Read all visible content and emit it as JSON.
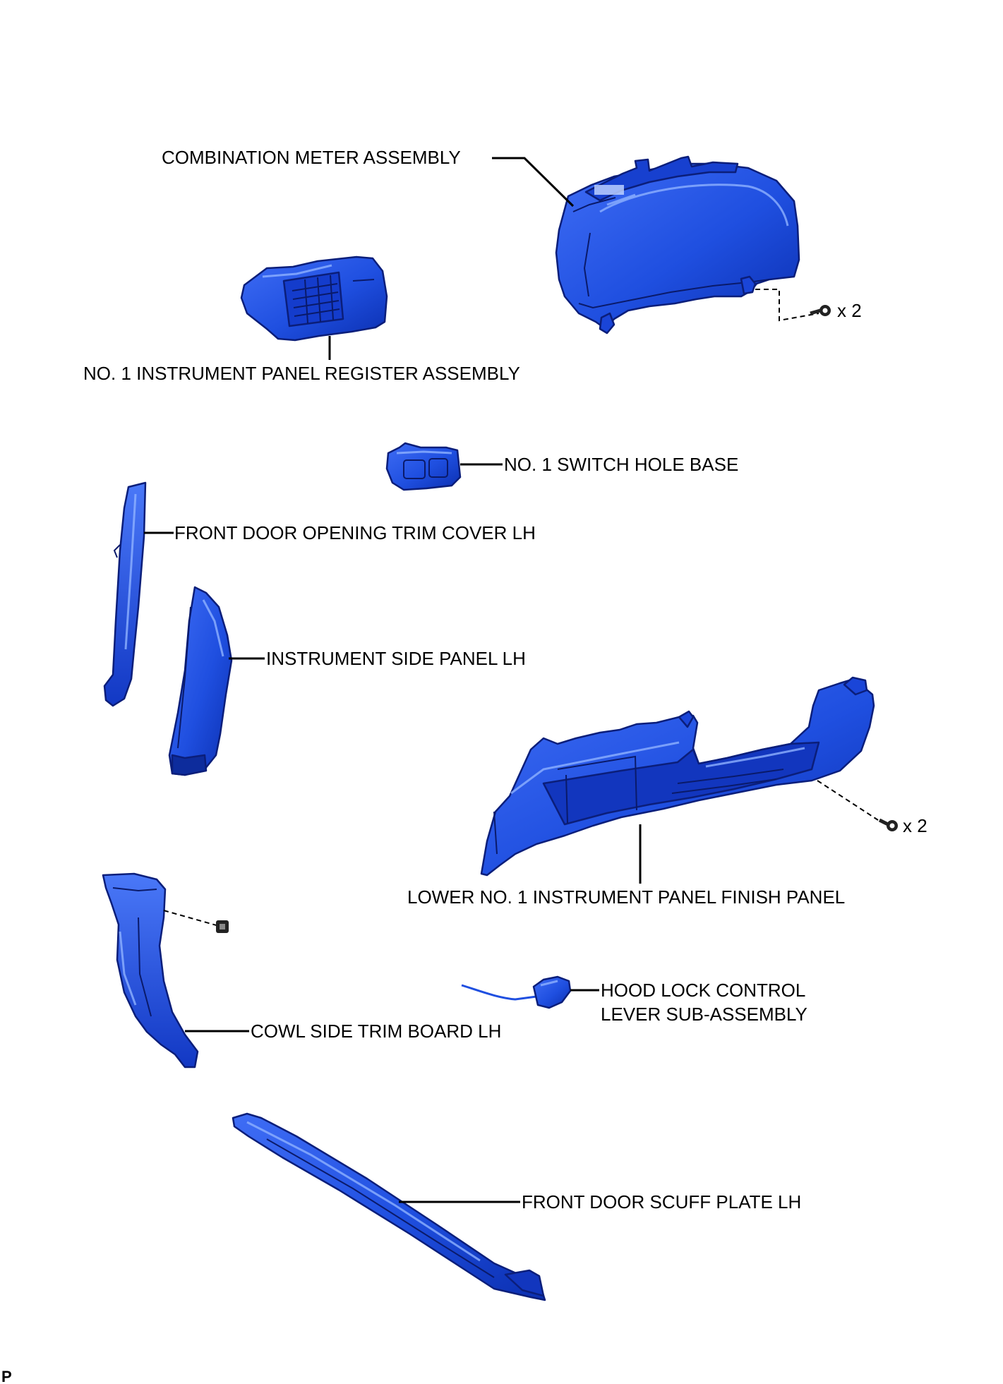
{
  "diagram": {
    "part_color": "#1f4fe0",
    "part_color_dark": "#0b2fb0",
    "labels": {
      "combination_meter": "COMBINATION METER ASSEMBLY",
      "register": "NO. 1 INSTRUMENT PANEL REGISTER ASSEMBLY",
      "switch_hole_base": "NO. 1 SWITCH HOLE BASE",
      "door_opening_trim": "FRONT DOOR OPENING TRIM COVER LH",
      "instrument_side_panel": "INSTRUMENT SIDE PANEL LH",
      "lower_finish_panel": "LOWER NO. 1 INSTRUMENT PANEL FINISH PANEL",
      "hood_lock_line1": "HOOD LOCK CONTROL",
      "hood_lock_line2": "LEVER SUB-ASSEMBLY",
      "cowl_side_trim": "COWL SIDE TRIM BOARD LH",
      "scuff_plate": "FRONT DOOR SCUFF PLATE LH"
    },
    "quantities": {
      "meter_screws": "x 2",
      "panel_screws": "x 2"
    },
    "corner_mark": "P"
  }
}
